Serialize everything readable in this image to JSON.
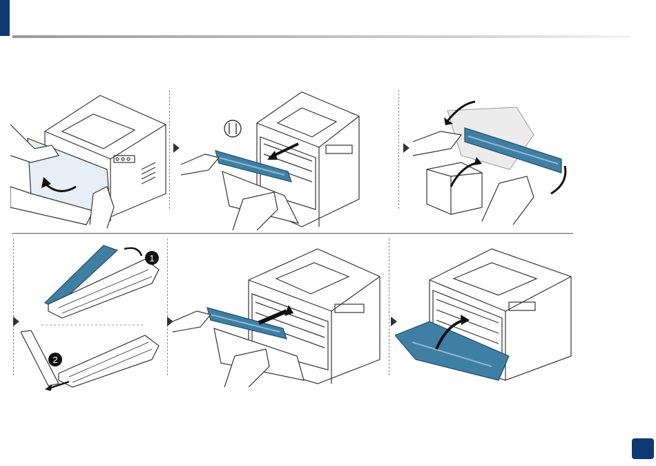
{
  "document": {
    "page_number": "",
    "steps": [
      {
        "id": 1,
        "icon": "open-front-cover-icon"
      },
      {
        "id": 2,
        "icon": "pull-toner-out-icon"
      },
      {
        "id": 3,
        "icon": "shake-new-toner-icon"
      },
      {
        "id": 4,
        "icon": "remove-protective-cover-icon",
        "markers": [
          "1",
          "2"
        ]
      },
      {
        "id": 5,
        "icon": "insert-toner-icon"
      },
      {
        "id": 6,
        "icon": "close-front-cover-icon"
      }
    ],
    "colors": {
      "accent": "#0d3a73",
      "toner": "#3f7fa3",
      "toner_light": "#8fb9d1",
      "outline": "#333333"
    }
  }
}
